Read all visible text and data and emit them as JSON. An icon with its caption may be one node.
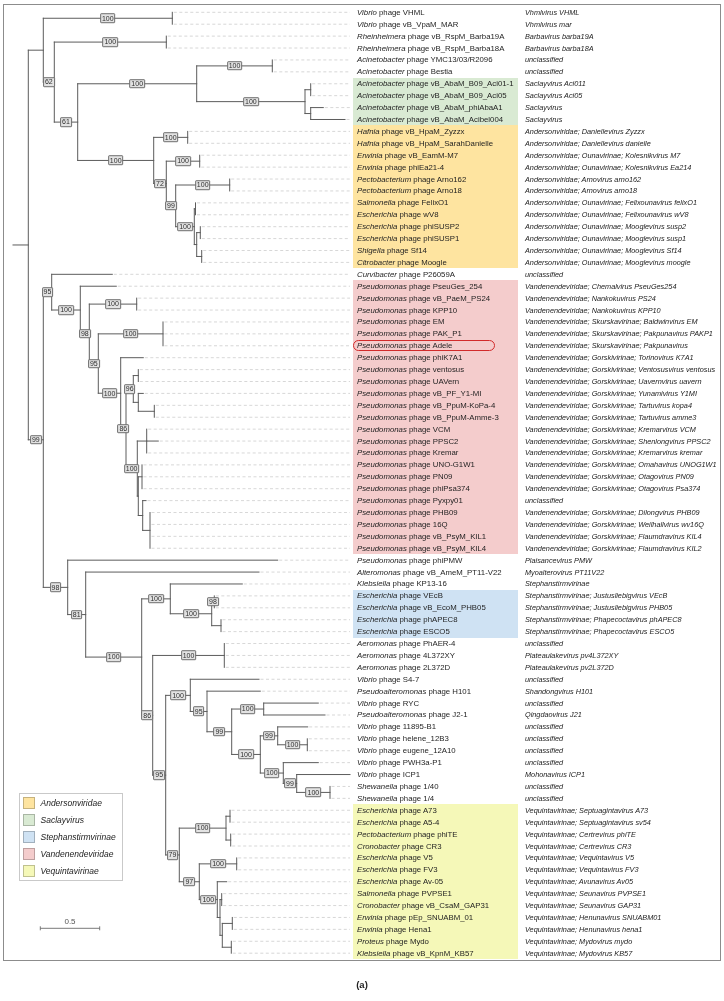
{
  "diagram": {
    "caption": "(a)",
    "nodes": [
      {
        "text": [
          "*Acinetobacter* phage vB_AbaM_B09_Aci01-1",
          "*Acinetobacter* phage vB_AbaM_B09_Aci05",
          "*Acinetobacter* phage vB_AbaM_phiAbaA1",
          "*Acinetobacter* phage vB_AbaM_Acibel004"
        ]
      },
      {
        "text": [
          "*Hafnia* phage vB_HpaM_Zyzzx",
          "*Hafnia* phage vB_HpaM_SarahDanielle",
          "*Erwinia* phage vB_EamM-M7",
          "*Erwinia* phage phiEa21-4",
          "*Pectobacterium* phage Arno162",
          "*Pectobacterium* phage Arno18",
          "*Salmonella* phage FelixO1",
          "*Escherichia* phage wV8",
          "*Escherichia* phage phiSUSP2",
          "*Escherichia* phage phiSUSP1",
          "*Shigella* phage Sf14",
          "*Citrobacter* phage Moogle"
        ]
      },
      {
        "text": [
          "*Pseudomonas* phage PseuGes_254",
          "*Pseudomonas* phage vB_PaeM_PS24",
          "*Pseudomonas* phage KPP10",
          "*Pseudomonas* phage EM",
          "*Pseudomonas* phage PAK_P1",
          "*Pseudomonas* phage phiK7A1",
          "*Pseudomonas* phage ventosus",
          "*Pseudomonas* phage UAVern",
          "*Pseudomonas* phage vB_PF_Y1-MI",
          "*Pseudomonas* phage vB_PpuM-KoPa-4",
          "*Pseudomonas* phage vB_PpuM-Amme-3",
          "*Pseudomonas* phage VCM",
          "*Pseudomonas* phage PPSC2",
          "*Pseudomonas* phage Kremar",
          "*Pseudomonas* phage UNO-G1W1",
          "*Pseudomonas* phage PN09",
          "*Pseudomonas* phage phiPsa374",
          "*Pseudomonas* phage Pyxpy01",
          "*Pseudomonas* phage PHB09",
          "*Pseudomonas* phage 16Q",
          "*Pseudomonas* phage vB_PsyM_KIL1",
          "*Pseudomonas* phage vB_PsyM_KIL4"
        ]
      },
      {
        "text": [
          "*Pseudomonas* phage Adele"
        ],
        "in": 2
      },
      {
        "text": [
          "*Escherichia* phage VEcB",
          "*Escherichia* phage vB_EcoM_PHB05",
          "*Escherichia* phage phAPEC8",
          "*Escherichia* phage ESCO5"
        ]
      },
      {
        "text": [
          "*Escherichia* phage A73",
          "*Escherichia* phage A5-4",
          "*Pectobacterium* phage phiTE",
          "*Cronobacter* phage CR3",
          "*Escherichia* phage V5",
          "*Escherichia* phage FV3",
          "*Escherichia* phage Av-05",
          "*Salmonella* phage PVPSE1",
          "*Cronobacter* phage vB_CsaM_GAP31",
          "*Erwinia* phage pEp_SNUABM_01",
          "*Erwinia* phage Hena1",
          "*Proteus* phage Mydo",
          "*Klebsiella* phage vB_KpnM_KB57"
        ]
      }
    ],
    "labels": [
      "100",
      "62",
      "100",
      "61",
      "100",
      "100",
      "100",
      "100",
      "100",
      "72",
      "100",
      "99",
      "100",
      "100",
      "99",
      "95",
      "100",
      "98",
      "100",
      "95",
      "100",
      "100",
      "86",
      "96",
      "100",
      "98",
      "81",
      "100",
      "100",
      "100",
      "98",
      "86",
      "100",
      "95",
      "100",
      "95",
      "99",
      "100",
      "100",
      "99",
      "100",
      "100",
      "99",
      "100",
      "79",
      "100",
      "97",
      "100",
      "100",
      "0.5",
      "*Vibrio* phage VHML",
      "Vhmlvirus VHML",
      "*Vibrio* phage vB_VpaM_MAR",
      "Vhmlvirus mar",
      "*Rheinheimera* phage vB_RspM_Barba19A",
      "Barbavirus barba19A",
      "*Rheinheimera* phage vB_RspM_Barba18A",
      "Barbavirus barba18A",
      "*Acinetobacter* phage YMC13/03/R2096",
      "unclassified",
      "*Acinetobacter* phage Bestia",
      "unclassified",
      "Saclayvirus Aci011",
      "Saclayvirus Aci05",
      "Saclayvirus",
      "Saclayvirus",
      "Andersonviridae; Daniellevirus Zyzzx",
      "Andersonviridae; Daniellevirus danielle",
      "Andersonviridae; Ounavirinae; Kolesnikvirus M7",
      "Andersonviridae; Ounavirinae; Kolesnikvirus Ea214",
      "Andersonviridae; Arnovirus arno162",
      "Andersonviridae; Arnovirus arno18",
      "Andersonviridae; Ounavirinae; Felixounavirus felixO1",
      "Andersonviridae; Ounavirinae; Felixounavirus wV8",
      "Andersonviridae; Ounavirinae; Mooglevirus susp2",
      "Andersonviridae; Ounavirinae; Mooglevirus susp1",
      "Andersonviridae; Ounavirinae; Mooglevirus Sf14",
      "Andersonviridae; Ounavirinae; Mooglevirus moogle",
      "*Curvibacter* phage P26059A",
      "unclassified",
      "Vandenendeviridae; Chemalvirus PseuGes254",
      "Vandenendeviridae; Nankokuvirus PS24",
      "Vandenendeviridae; Nankokuvirus KPP10",
      "Vandenendeviridae; Skurskavirinae; Baldwinvirus EM",
      "Vandenendeviridae; Skurskavirinae; Pakpunavirus PAKP1",
      "Vandenendeviridae; Skurskavirinae; Pakpunavirus",
      "Vandenendeviridae; Gorskivirinae; Torinovirus K7A1",
      "Vandenendeviridae; Gorskivirinae; Ventosusvirus ventosus",
      "Vandenendeviridae; Gorskivirinae; Uavernvirus uavern",
      "Vandenendeviridae; Gorskivirinae; Yunamivirus Y1MI",
      "Vandenendeviridae; Gorskivirinae; Tartuvirus kopa4",
      "Vandenendeviridae; Gorskivirinae; Tartuvirus amme3",
      "Vandenendeviridae; Gorskivirinae; Kremarvirus VCM",
      "Vandenendeviridae; Gorskivirinae; Shenlongvirus PPSC2",
      "Vandenendeviridae; Gorskivirinae; Kremarvirus kremar",
      "Vandenendeviridae; Gorskivirinae; Omahavirus UNOG1W1",
      "Vandenendeviridae; Gorskivirinae; Otagovirus PN09",
      "Vandenendeviridae; Gorskivirinae; Otagovirus Psa374",
      "unclassified",
      "Vandenendeviridae; Gorskivirinae; Dilongvirus PHB09",
      "Vandenendeviridae; Gorskivirinae; Weilhallvirus wv16Q",
      "Vandenendeviridae; Gorskivirinae; Flaumdravirus KIL4",
      "Vandenendeviridae; Gorskivirinae; Flaumdravirus KIL2",
      "*Pseudomonas* phage phiPMW",
      "Plaisancevirus PMW",
      "*Alteromonas* phage vB_AmeM_PT11-V22",
      "Myoalterovirus PT11V22",
      "*Klebsiella* phage KP13-16",
      "Stephanstirmvirinae",
      "Stephanstirmvirinae; Justusliebigvirus VEcB",
      "Stephanstirmvirinae; Justusliebigvirus PHB05",
      "Stephanstirmvirinae; Phapecoctavirus phAPEC8",
      "Stephanstirmvirinae; Phapecoctavirus ESCO5",
      "*Aeromonas* phage PhAER-4",
      "unclassified",
      "*Aeromonas* phage 4L372XY",
      "Plateaulakevirus pv4L372XY",
      "*Aeromonas* phage 2L372D",
      "Plateaulakevirus pv2L372D",
      "*Vibrio* phage S4-7",
      "unclassified",
      "*Pseudoalteromonas* phage H101",
      "Shandongvirus H101",
      "*Vibrio* phage RYC",
      "unclassified",
      "*Pseudoalteromonas* phage J2-1",
      "Qingdaovirus J21",
      "*Vibrio* phage 11895-B1",
      "unclassified",
      "*Vibrio* phage helene_12B3",
      "unclassified",
      "*Vibrio* phage eugene_12A10",
      "unclassified",
      "*Vibrio* phage PWH3a-P1",
      "unclassified",
      "*Vibrio* phage ICP1",
      "Mohonavirus ICP1",
      "*Shewanella* phage 1/40",
      "unclassified",
      "*Shewanella* phage 1/4",
      "unclassified",
      "Vequintavirinae; Septuagintavirus A73",
      "Vequintavirinae; Septuagintavirus sv54",
      "Vequintavirinae; Certrevirus phiTE",
      "Vequintavirinae; Certrevirus CR3",
      "Vequintavirinae; Vequintavirus V5",
      "Vequintavirinae; Vequintavirus FV3",
      "Vequintavirinae; Avunavirus Av05",
      "Vequintavirinae; Seunavirus PVPSE1",
      "Vequintavirinae; Seunavirus GAP31",
      "Vequintavirinae; Henunavirus SNUABM01",
      "Vequintavirinae; Henunavirus hena1",
      "Vequintavirinae; Mydovirus mydo",
      "Vequintavirinae; Mydovirus KB57"
    ],
    "legend": [
      {
        "text": "Andersonviridae",
        "color": "#fee4a0"
      },
      {
        "text": "Saclayvirus",
        "color": "#d9ead3"
      },
      {
        "text": "Stephanstirmvirinae",
        "color": "#cfe2f3"
      },
      {
        "text": "Vandenendeviridae",
        "color": "#f4cccc"
      },
      {
        "text": "Vequintavirinae",
        "color": "#f5f8b8"
      }
    ]
  }
}
